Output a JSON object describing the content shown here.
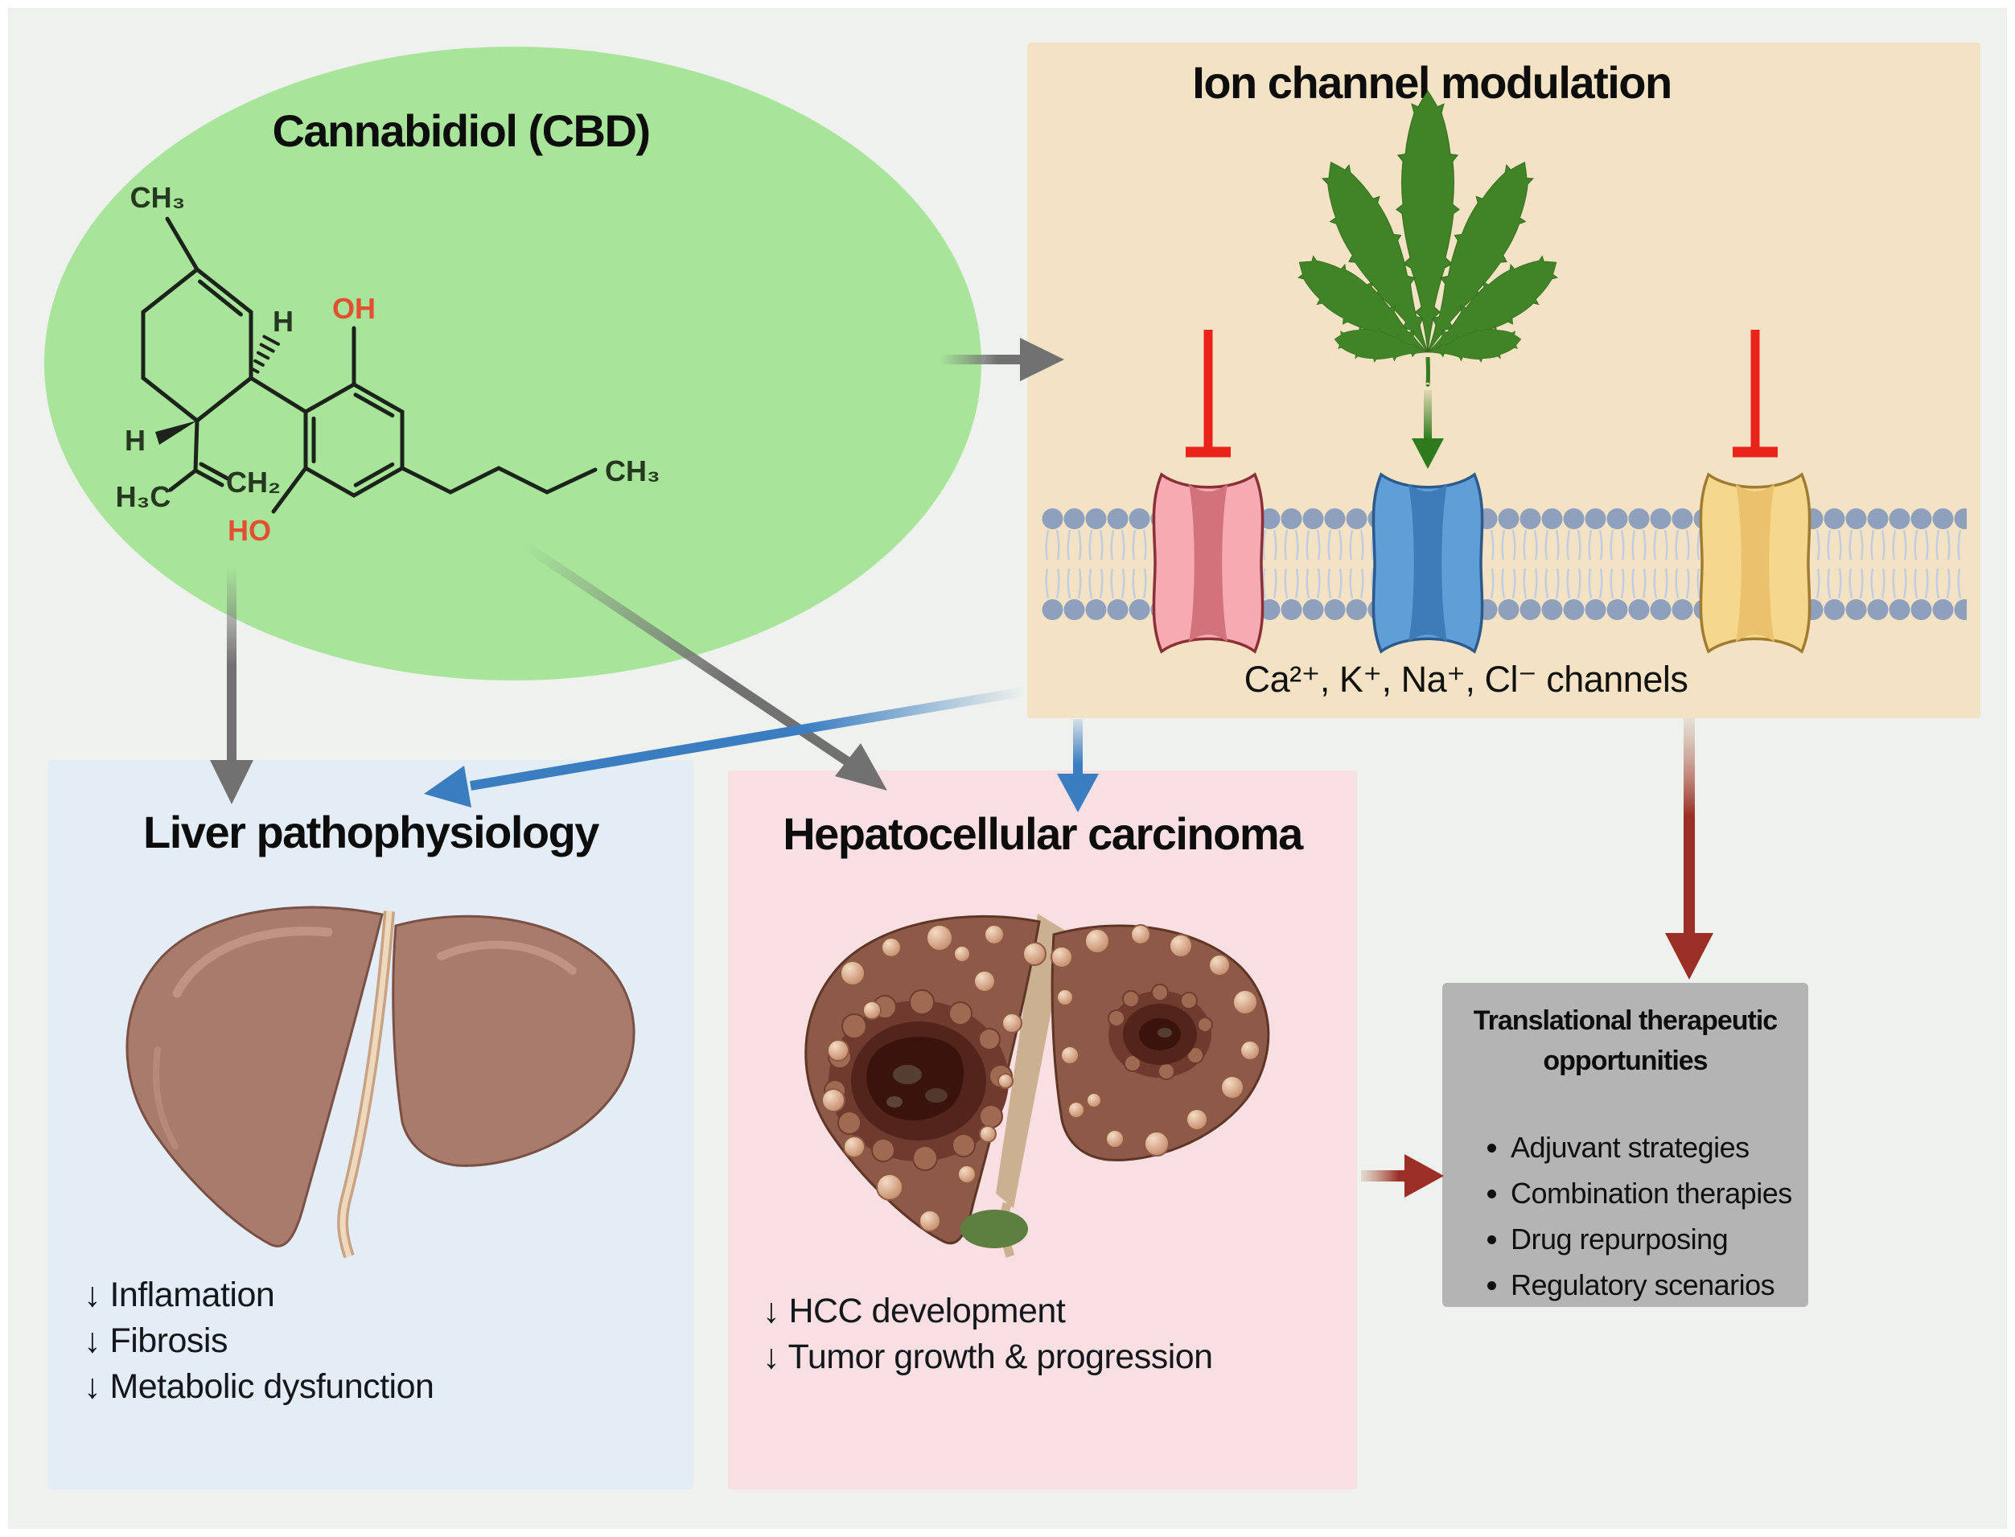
{
  "cbd": {
    "title": "Cannabidiol (CBD)",
    "labels": {
      "methyl_top": "CH₃",
      "h_upper": "H",
      "h_lower": "H",
      "methyl_left": "H₃C",
      "methylene": "CH₂",
      "hydroxyl_top": "OH",
      "hydroxyl_bottom": "HO",
      "methyl_end": "CH₃"
    }
  },
  "ion": {
    "title": "Ion channel modulation",
    "caption": "Ca²⁺, K⁺, Na⁺, Cl⁻ channels"
  },
  "liver": {
    "title": "Liver pathophysiology",
    "items": [
      "↓ Inflamation",
      "↓ Fibrosis",
      "↓ Metabolic dysfunction"
    ]
  },
  "hcc": {
    "title": "Hepatocellular carcinoma",
    "items": [
      "↓ HCC development",
      "↓ Tumor growth & progression"
    ]
  },
  "translational": {
    "title_lines": [
      "Translational therapeutic",
      "opportunities"
    ],
    "bullets": [
      "Adjuvant strategies",
      "Combination therapies",
      "Drug repurposing",
      "Regulatory scenarios"
    ]
  },
  "colors": {
    "background": "#eef1ed",
    "cbd_ellipse": "#a8e59a",
    "ion_box": "#f3e3c4",
    "liver_box": "#e4ecf5",
    "hcc_box": "#f8dfe2",
    "translational_box": "#b4b4b4",
    "gray_arrow": "#717171",
    "blue_arrow": "#3a7dc1",
    "dark_red_arrow": "#9b2f26",
    "inhibition_red": "#e9231a",
    "activation_green": "#2f7a1d",
    "leaf_green": "#418427"
  }
}
